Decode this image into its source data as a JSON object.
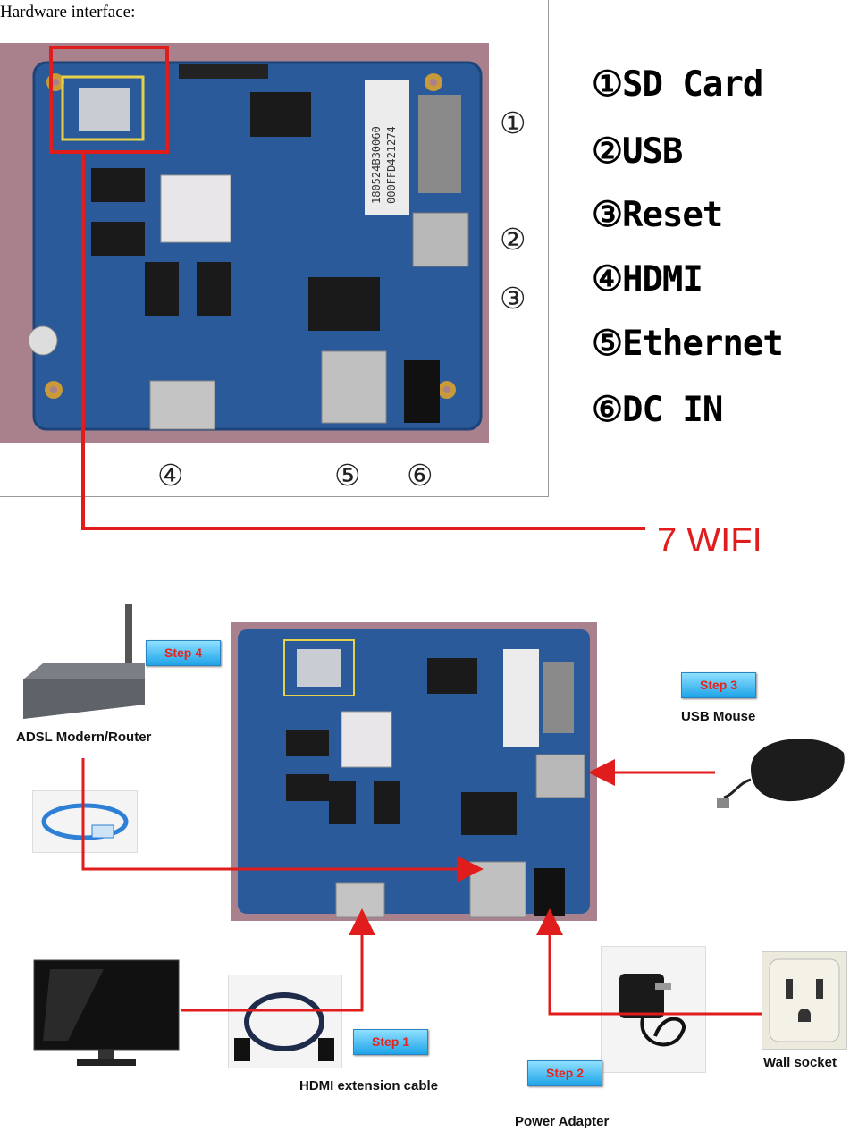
{
  "hardware": {
    "title": "Hardware interface:",
    "legend": [
      {
        "num": "①",
        "label": "SD Card"
      },
      {
        "num": "②",
        "label": "USB"
      },
      {
        "num": "③",
        "label": "Reset"
      },
      {
        "num": "④",
        "label": "HDMI"
      },
      {
        "num": "⑤",
        "label": "Ethernet"
      },
      {
        "num": "⑥",
        "label": "DC IN"
      }
    ],
    "board_markers": {
      "m1": "①",
      "m2": "②",
      "m3": "③",
      "m4": "④",
      "m5": "⑤",
      "m6": "⑥"
    },
    "wifi_label": "7 WIFI",
    "board_sticker_line1": "180524B30060",
    "board_sticker_line2": "000FFD421274"
  },
  "setup": {
    "steps": {
      "s1": "Step 1",
      "s2": "Step 2",
      "s3": "Step 3",
      "s4": "Step 4"
    },
    "captions": {
      "router": "ADSL Modern/Router",
      "mouse": "USB Mouse",
      "hdmi_cable": "HDMI extension cable",
      "power": "Power Adapter",
      "socket": "Wall socket"
    }
  },
  "colors": {
    "board": "#2a5a9a",
    "connector_line": "#e01c1c",
    "step_bg": "#3fb6f0"
  }
}
